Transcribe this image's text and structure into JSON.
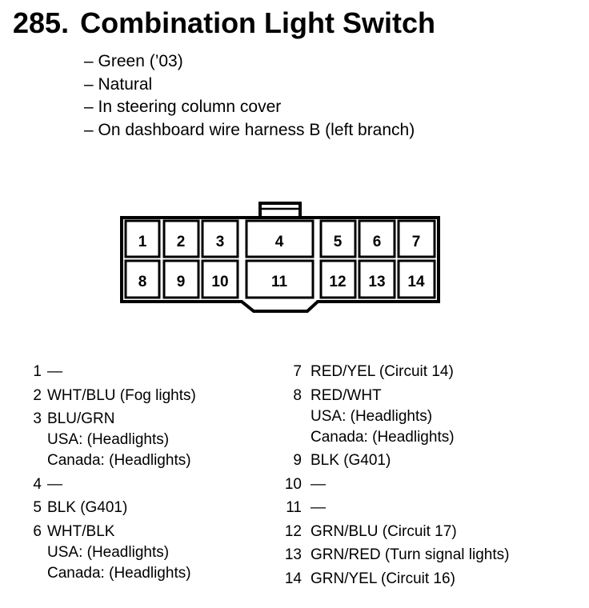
{
  "title": {
    "number": "285.",
    "text": "Combination Light Switch"
  },
  "properties": [
    "– Green (’03)",
    "– Natural",
    "– In steering column cover",
    "– On dashboard wire harness B (left branch)"
  ],
  "connector": {
    "row_top": [
      "1",
      "2",
      "3",
      "4",
      "5",
      "6",
      "7"
    ],
    "row_bottom": [
      "8",
      "9",
      "10",
      "11",
      "12",
      "13",
      "14"
    ]
  },
  "pins_left": [
    {
      "pin": "1",
      "lines": [
        "—"
      ]
    },
    {
      "pin": "2",
      "lines": [
        "WHT/BLU (Fog lights)"
      ]
    },
    {
      "pin": "3",
      "lines": [
        "BLU/GRN",
        "USA: (Headlights)",
        "Canada: (Headlights)"
      ]
    },
    {
      "pin": "4",
      "lines": [
        "—"
      ]
    },
    {
      "pin": "5",
      "lines": [
        "BLK (G401)"
      ]
    },
    {
      "pin": "6",
      "lines": [
        "WHT/BLK",
        "USA: (Headlights)",
        "Canada: (Headlights)"
      ]
    }
  ],
  "pins_right": [
    {
      "pin": "7",
      "lines": [
        "RED/YEL (Circuit 14)"
      ]
    },
    {
      "pin": "8",
      "lines": [
        "RED/WHT",
        "USA: (Headlights)",
        "Canada: (Headlights)"
      ]
    },
    {
      "pin": "9",
      "lines": [
        "BLK (G401)"
      ]
    },
    {
      "pin": "10",
      "lines": [
        "—"
      ]
    },
    {
      "pin": "11",
      "lines": [
        "—"
      ]
    },
    {
      "pin": "12",
      "lines": [
        "GRN/BLU (Circuit 17)"
      ]
    },
    {
      "pin": "13",
      "lines": [
        "GRN/RED (Turn signal lights)"
      ]
    },
    {
      "pin": "14",
      "lines": [
        "GRN/YEL (Circuit 16)"
      ]
    }
  ]
}
